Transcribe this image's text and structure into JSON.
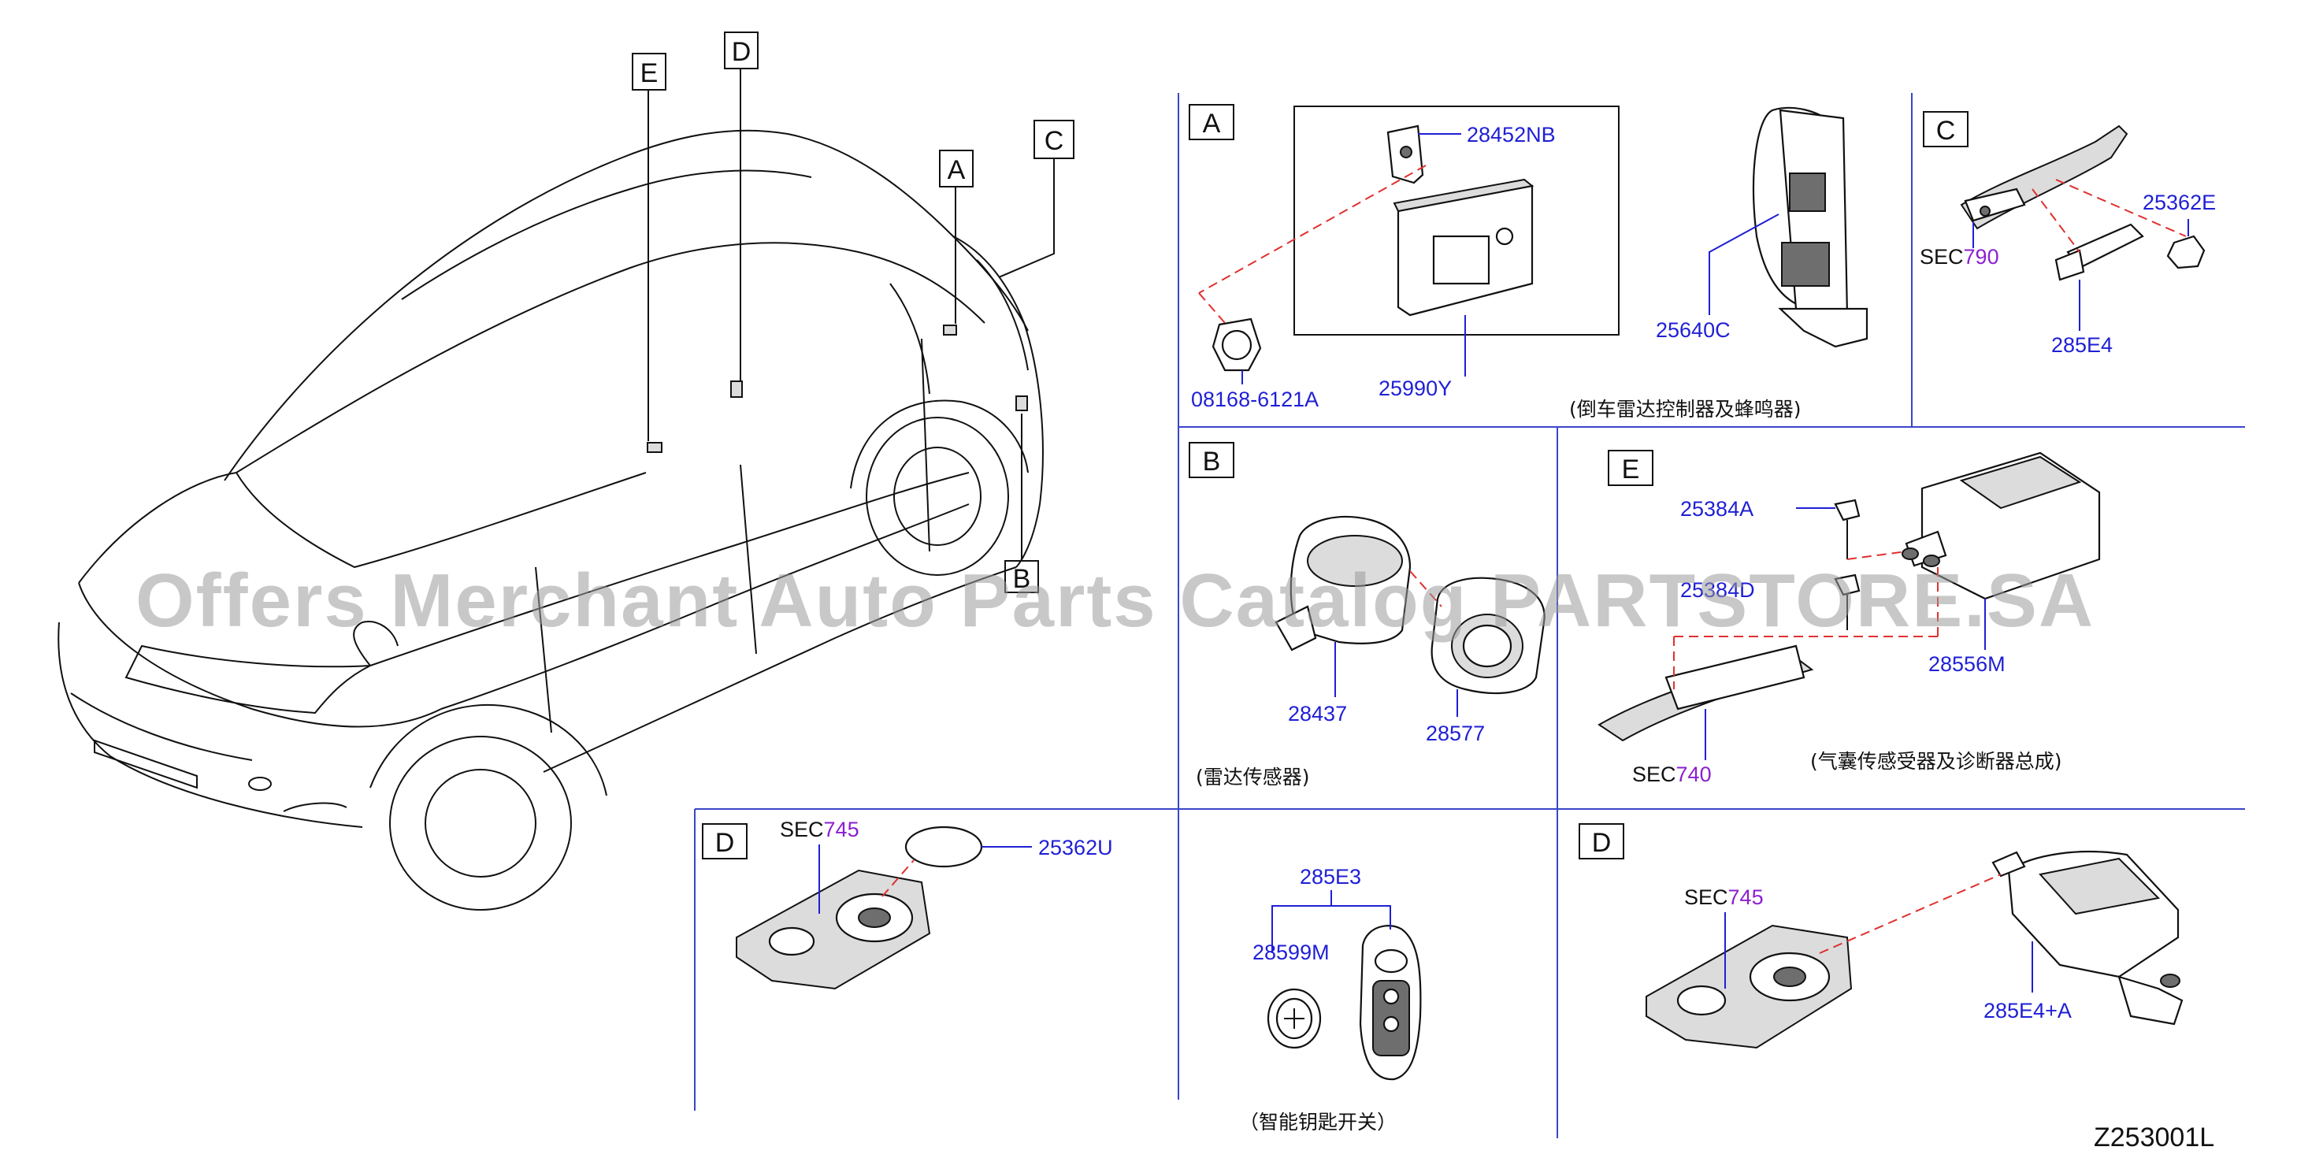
{
  "diagram_code": "Z253001L",
  "watermark": "Offers Merchant Auto Parts Catalog PARTSTORE.SA",
  "car_callouts": [
    "E",
    "D",
    "A",
    "C",
    "B"
  ],
  "panels": {
    "A": {
      "label": "A",
      "parts": [
        "28452NB",
        "08168-6121A",
        "25990Y",
        "25640C"
      ],
      "caption": "(倒车雷达控制器及蜂鸣器)"
    },
    "B": {
      "label": "B",
      "parts": [
        "28437",
        "28577"
      ],
      "caption": "(雷达传感器)"
    },
    "C": {
      "label": "C",
      "sec_prefix": "SEC",
      "sec_number": "790",
      "parts": [
        "25362E",
        "285E4"
      ]
    },
    "E": {
      "label": "E",
      "sec_prefix": "SEC",
      "sec_number": "740",
      "parts": [
        "25384A",
        "25384D",
        "28556M"
      ],
      "caption": "(气囊传感受器及诊断器总成)"
    },
    "D1": {
      "label": "D",
      "sec_prefix": "SEC",
      "sec_number": "745",
      "parts": [
        "25362U"
      ]
    },
    "KEY": {
      "parts": [
        "285E3",
        "28599M"
      ],
      "caption": "（智能钥匙开关）"
    },
    "D2": {
      "label": "D",
      "sec_prefix": "SEC",
      "sec_number": "745",
      "parts": [
        "285E4+A"
      ]
    }
  }
}
